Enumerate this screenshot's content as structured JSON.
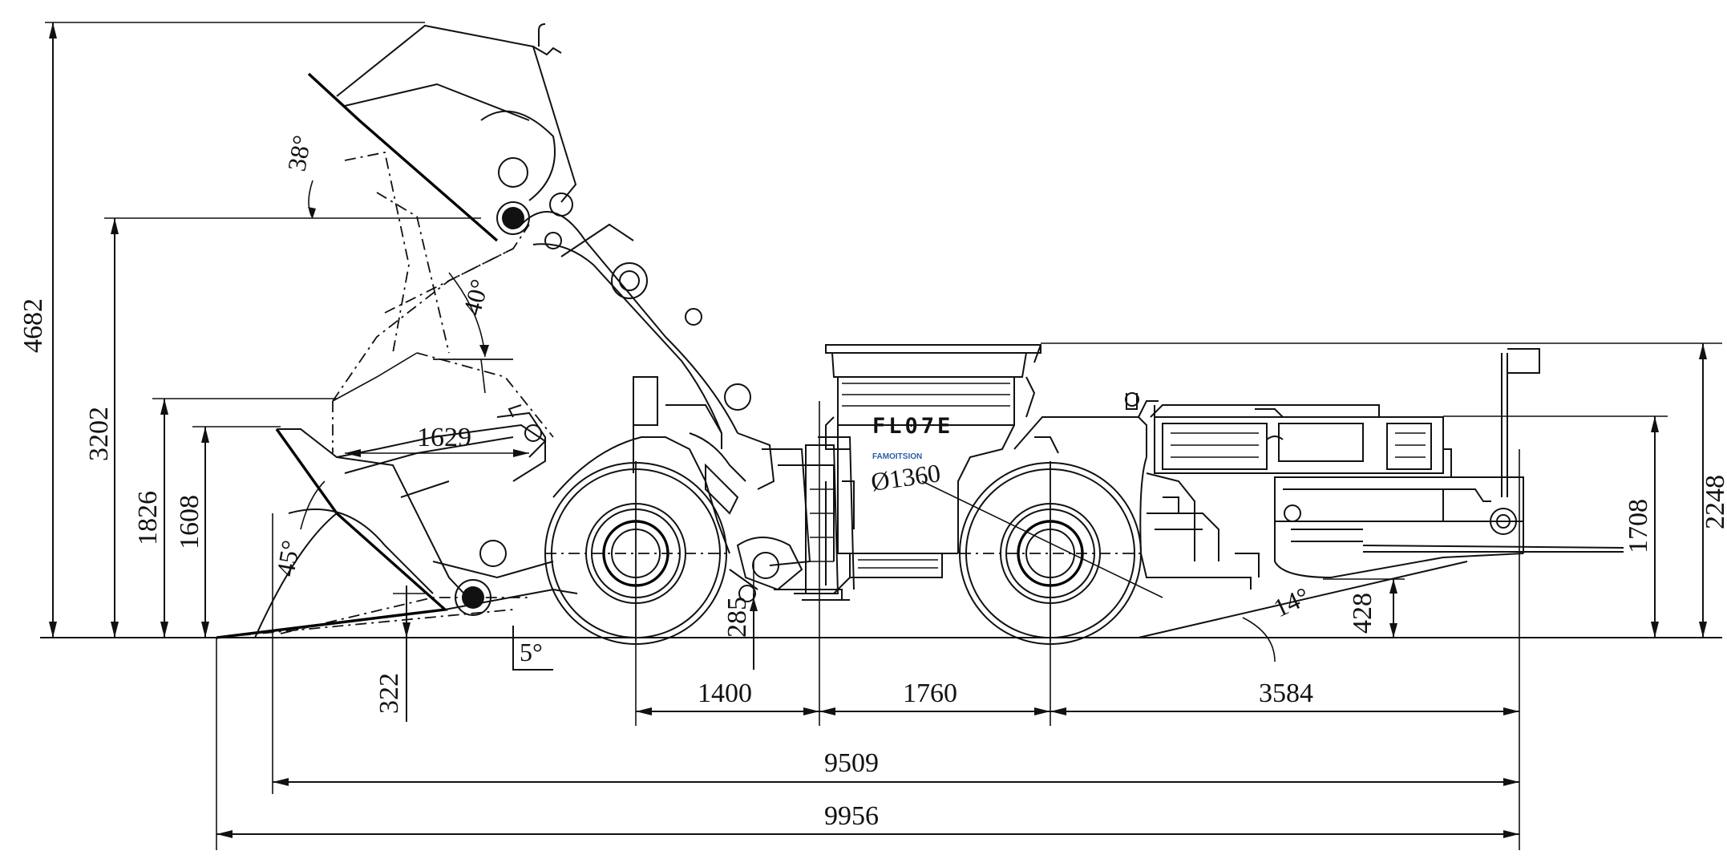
{
  "model_label": "FL07E",
  "brand_text": "FAMOITSION",
  "tire_diameter_label": "Ø1360",
  "dimensions": {
    "overall_height_raised": "4682",
    "dump_height": "3202",
    "height_1826": "1826",
    "height_1608": "1608",
    "dump_reach": "1629",
    "ground_clearance": "285",
    "dig_depth": "322",
    "front_overhang": "1400",
    "wheelbase_half": "1760",
    "rear_overhang": "3584",
    "length_without_bucket": "9509",
    "overall_length": "9956",
    "canopy_height": "2248",
    "engine_hood_height": "1708",
    "rear_clearance": "428"
  },
  "angles": {
    "dump_angle": "38°",
    "boom_angle": "40°",
    "rollback_angle": "45°",
    "bucket_ground_angle": "5°",
    "departure_angle": "14°"
  }
}
